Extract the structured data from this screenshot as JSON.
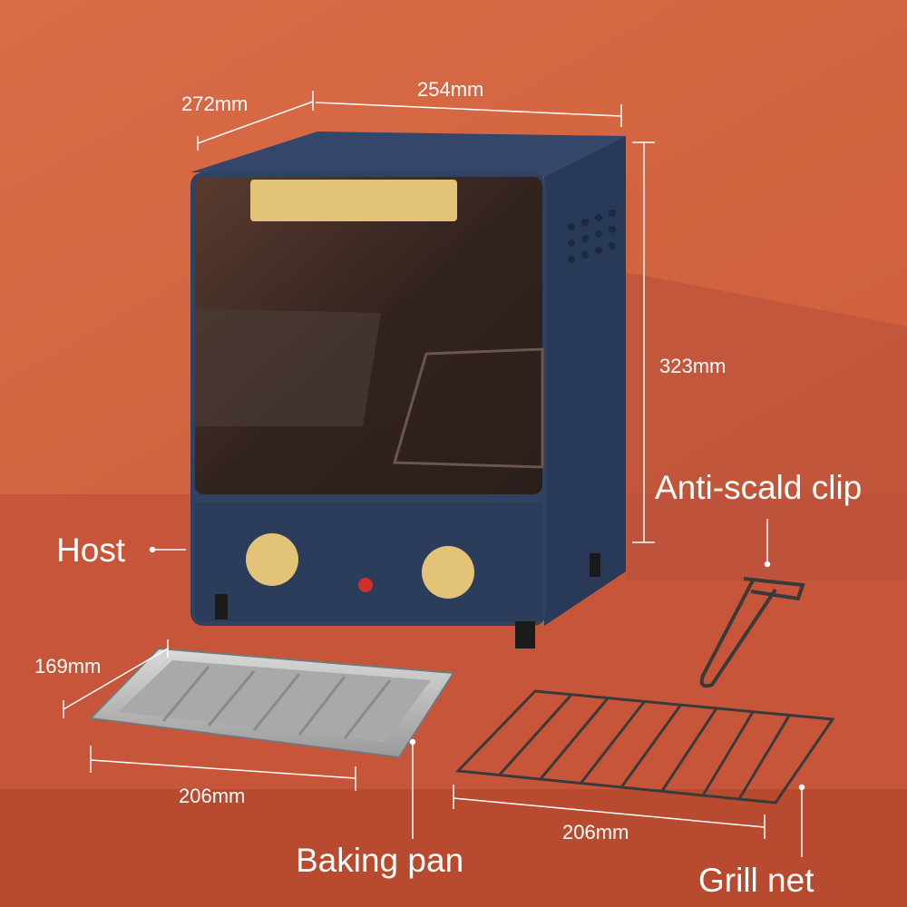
{
  "dimensions": {
    "depth": "272mm",
    "width": "254mm",
    "height": "323mm",
    "pan_depth": "169mm",
    "pan_width": "206mm",
    "grill_width": "206mm"
  },
  "callouts": {
    "host": "Host",
    "anti_scald_clip": "Anti-scald clip",
    "baking_pan": "Baking pan",
    "grill_net": "Grill net"
  },
  "colors": {
    "wall": "#d2643f",
    "table": "#c7553a",
    "oven_body": "#2f4260",
    "handle": "#e2c377",
    "glass": "#3a2824"
  }
}
